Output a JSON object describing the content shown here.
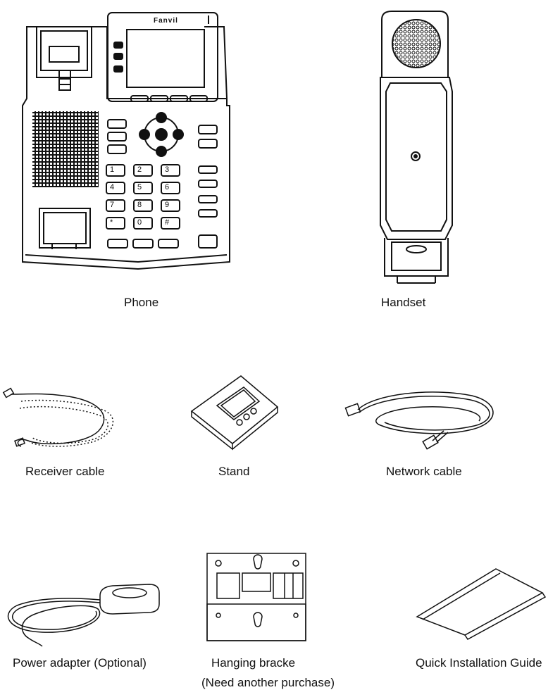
{
  "items": {
    "phone": {
      "label": "Phone",
      "icon": "desk-phone-illustration",
      "logo_text": "Fanvil"
    },
    "handset": {
      "label": "Handset",
      "icon": "handset-illustration"
    },
    "receiver_cable": {
      "label": "Receiver cable",
      "icon": "coiled-cable-illustration"
    },
    "stand": {
      "label": "Stand",
      "icon": "stand-illustration"
    },
    "network_cable": {
      "label": "Network cable",
      "icon": "network-cable-illustration"
    },
    "power_adapter": {
      "label": "Power adapter (Optional)",
      "icon": "power-adapter-illustration"
    },
    "hanging_bracket": {
      "label": "Hanging bracke",
      "note": "(Need another purchase)",
      "icon": "wall-mount-bracket-illustration"
    },
    "quick_guide": {
      "label": "Quick Installation Guide",
      "icon": "folded-guide-illustration"
    }
  },
  "keypad": [
    "1",
    "2",
    "3",
    "4",
    "5",
    "6",
    "7",
    "8",
    "9",
    "*",
    "0",
    "#"
  ]
}
